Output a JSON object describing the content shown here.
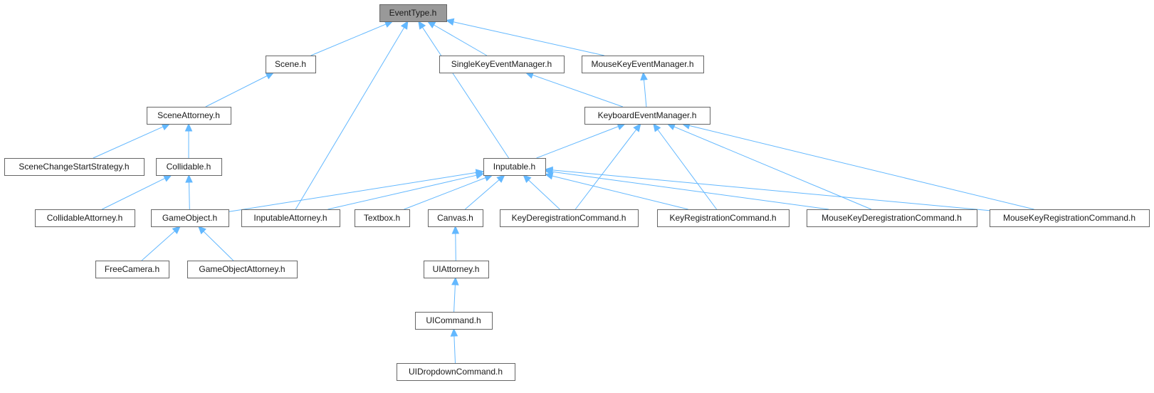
{
  "diagram": {
    "root_color": "#999999",
    "edge_color": "#63b8ff",
    "nodes": [
      {
        "id": "eventtype",
        "label": "EventType.h",
        "root": true
      },
      {
        "id": "scene",
        "label": "Scene.h"
      },
      {
        "id": "singlekey",
        "label": "SingleKeyEventManager.h"
      },
      {
        "id": "mousekey",
        "label": "MouseKeyEventManager.h"
      },
      {
        "id": "sceneattorney",
        "label": "SceneAttorney.h"
      },
      {
        "id": "keyboard",
        "label": "KeyboardEventManager.h"
      },
      {
        "id": "scenechange",
        "label": "SceneChangeStartStrategy.h"
      },
      {
        "id": "collidable",
        "label": "Collidable.h"
      },
      {
        "id": "inputable",
        "label": "Inputable.h"
      },
      {
        "id": "collidableattorney",
        "label": "CollidableAttorney.h"
      },
      {
        "id": "gameobject",
        "label": "GameObject.h"
      },
      {
        "id": "inputableattorney",
        "label": "InputableAttorney.h"
      },
      {
        "id": "textbox",
        "label": "Textbox.h"
      },
      {
        "id": "canvas",
        "label": "Canvas.h"
      },
      {
        "id": "keydereg",
        "label": "KeyDeregistrationCommand.h"
      },
      {
        "id": "keyreg",
        "label": "KeyRegistrationCommand.h"
      },
      {
        "id": "mousedereg",
        "label": "MouseKeyDeregistrationCommand.h"
      },
      {
        "id": "mousereg",
        "label": "MouseKeyRegistrationCommand.h"
      },
      {
        "id": "freecamera",
        "label": "FreeCamera.h"
      },
      {
        "id": "gameobjectattorney",
        "label": "GameObjectAttorney.h"
      },
      {
        "id": "uiattorney",
        "label": "UIAttorney.h"
      },
      {
        "id": "uicommand",
        "label": "UICommand.h"
      },
      {
        "id": "uidropdown",
        "label": "UIDropdownCommand.h"
      }
    ],
    "edges": [
      {
        "from": "scene",
        "to": "eventtype"
      },
      {
        "from": "inputableattorney",
        "to": "eventtype"
      },
      {
        "from": "inputable",
        "to": "eventtype"
      },
      {
        "from": "singlekey",
        "to": "eventtype"
      },
      {
        "from": "mousekey",
        "to": "eventtype"
      },
      {
        "from": "sceneattorney",
        "to": "scene"
      },
      {
        "from": "keyboard",
        "to": "singlekey"
      },
      {
        "from": "keyboard",
        "to": "mousekey"
      },
      {
        "from": "scenechange",
        "to": "sceneattorney"
      },
      {
        "from": "collidable",
        "to": "sceneattorney"
      },
      {
        "from": "collidableattorney",
        "to": "collidable"
      },
      {
        "from": "gameobject",
        "to": "collidable"
      },
      {
        "from": "inputable",
        "to": "keyboard"
      },
      {
        "from": "keydereg",
        "to": "keyboard"
      },
      {
        "from": "keyreg",
        "to": "keyboard"
      },
      {
        "from": "mousedereg",
        "to": "keyboard"
      },
      {
        "from": "mousereg",
        "to": "keyboard"
      },
      {
        "from": "gameobject",
        "to": "inputable"
      },
      {
        "from": "inputableattorney",
        "to": "inputable"
      },
      {
        "from": "textbox",
        "to": "inputable"
      },
      {
        "from": "canvas",
        "to": "inputable"
      },
      {
        "from": "keydereg",
        "to": "inputable"
      },
      {
        "from": "keyreg",
        "to": "inputable"
      },
      {
        "from": "mousedereg",
        "to": "inputable"
      },
      {
        "from": "mousereg",
        "to": "inputable"
      },
      {
        "from": "freecamera",
        "to": "gameobject"
      },
      {
        "from": "gameobjectattorney",
        "to": "gameobject"
      },
      {
        "from": "uiattorney",
        "to": "canvas"
      },
      {
        "from": "uicommand",
        "to": "uiattorney"
      },
      {
        "from": "uidropdown",
        "to": "uicommand"
      }
    ]
  }
}
